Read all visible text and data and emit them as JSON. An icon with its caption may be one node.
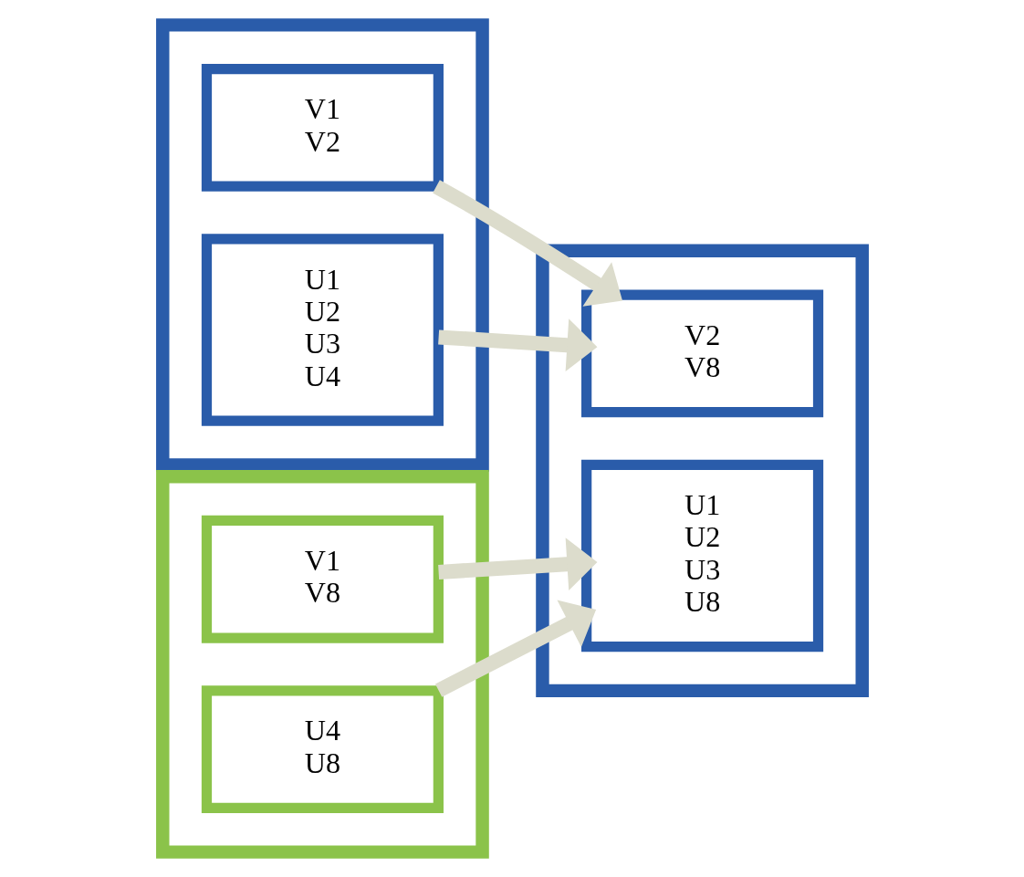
{
  "diagram": {
    "nodes": [
      {
        "text": [],
        "shape": "box"
      },
      {
        "text": [
          "V1",
          "V2"
        ],
        "in": 0
      },
      {
        "text": [
          "U1",
          "U2",
          "U3",
          "U4"
        ],
        "in": 0
      },
      {
        "text": [],
        "shape": "box"
      },
      {
        "text": [
          "V1",
          "V8"
        ],
        "in": 3
      },
      {
        "text": [
          "U4",
          "U8"
        ],
        "in": 3
      },
      {
        "text": [],
        "shape": "box"
      },
      {
        "text": [
          "V2",
          "V8"
        ],
        "in": 6
      },
      {
        "text": [
          "U1",
          "U2",
          "U3",
          "U8"
        ],
        "in": 6
      }
    ],
    "edges": [
      {
        "from": 1,
        "to": 7,
        "arrow": "to"
      },
      {
        "from": 2,
        "to": 7,
        "arrow": "to"
      },
      {
        "from": 4,
        "to": 8,
        "arrow": "to"
      },
      {
        "from": 5,
        "to": 8,
        "arrow": "to"
      }
    ]
  }
}
